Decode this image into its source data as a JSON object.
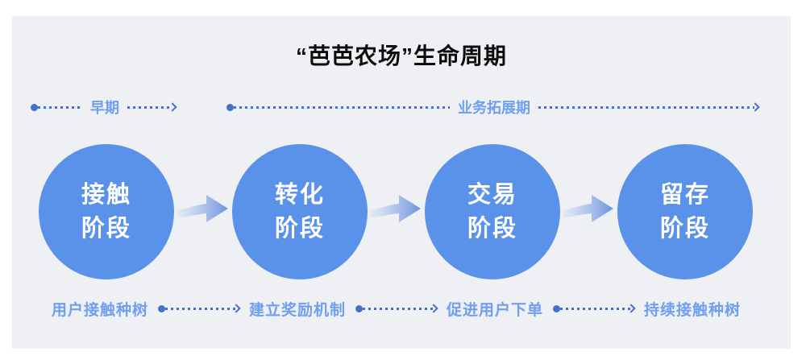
{
  "title": "“芭芭农场”生命周期",
  "colors": {
    "panel_background": "#eef0f4",
    "circle_blue": "#5b92e9",
    "label_blue": "#6f9ff0",
    "dotted_line_blue": "#4272c8",
    "title_color": "#0d0d0d"
  },
  "timeline_phases": [
    {
      "label": "早期"
    },
    {
      "label": "业务拓展期"
    }
  ],
  "stages": [
    {
      "name_line1": "接触",
      "name_line2": "阶段",
      "action": "用户接触种树"
    },
    {
      "name_line1": "转化",
      "name_line2": "阶段",
      "action": "建立奖励机制"
    },
    {
      "name_line1": "交易",
      "name_line2": "阶段",
      "action": "促进用户下单"
    },
    {
      "name_line1": "留存",
      "name_line2": "阶段",
      "action": "持续接触种树"
    }
  ]
}
